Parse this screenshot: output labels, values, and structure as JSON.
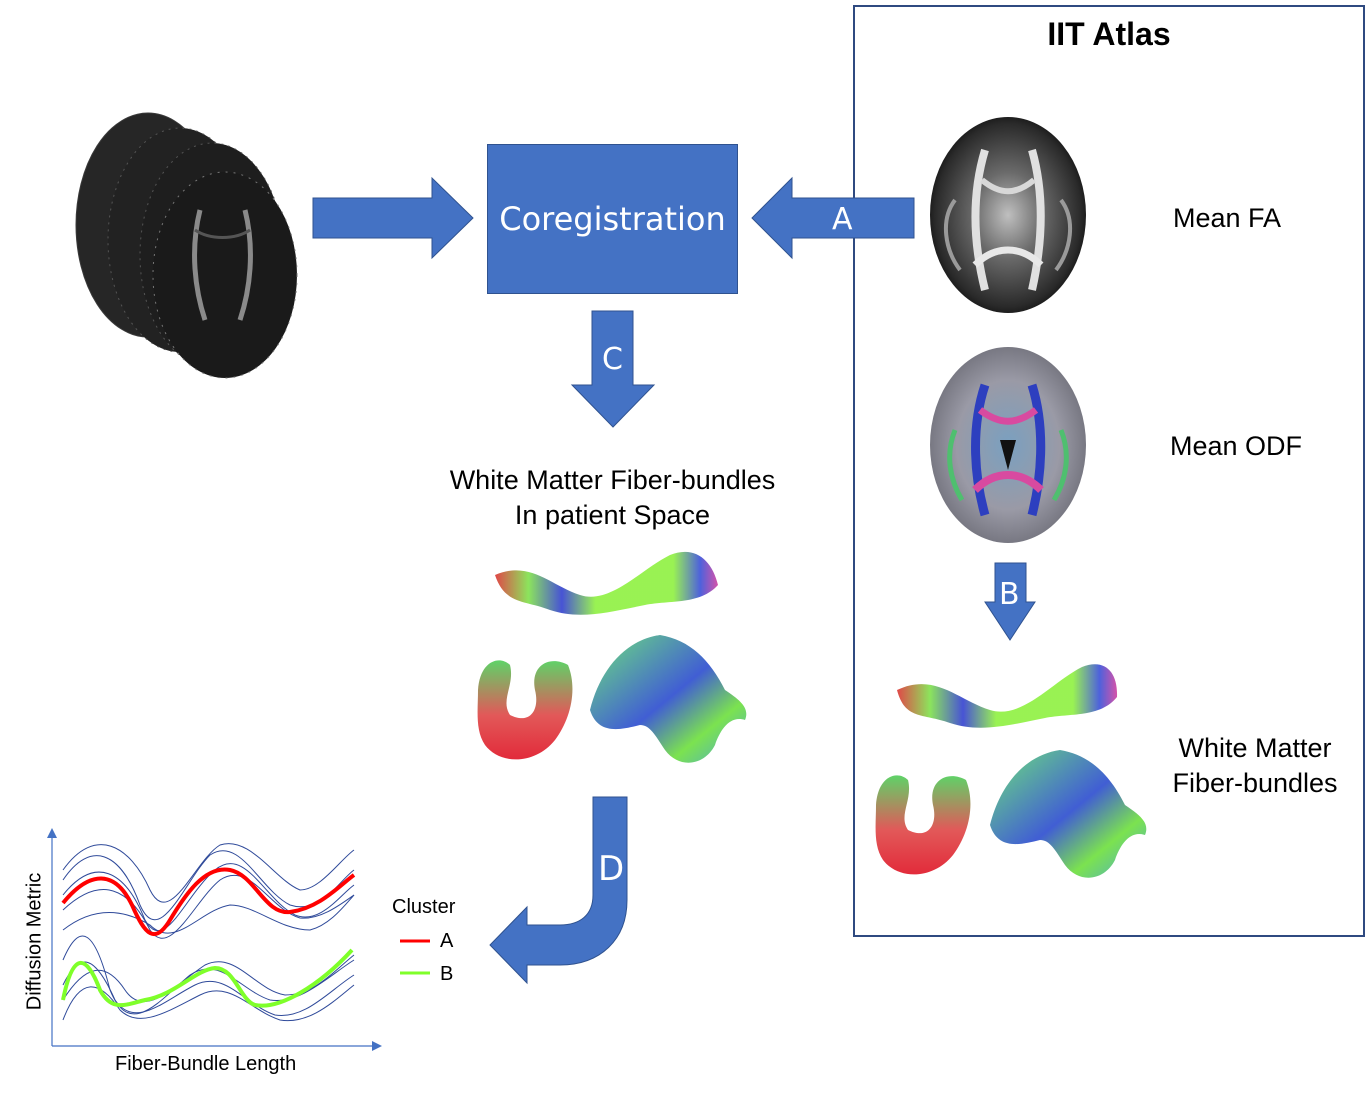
{
  "atlas": {
    "title": "IIT Atlas"
  },
  "coreg": {
    "label": "Coregistration"
  },
  "arrows": {
    "a": "A",
    "b": "B",
    "c": "C",
    "d": "D"
  },
  "labels": {
    "mean_fa": "Mean FA",
    "mean_odf": "Mean ODF",
    "wm_atlas_line1": "White Matter",
    "wm_atlas_line2": "Fiber-bundles",
    "patient_line1": "White Matter Fiber-bundles",
    "patient_line2": "In patient Space"
  },
  "plot": {
    "ylabel": "Diffusion Metric",
    "xlabel": "Fiber-Bundle Length",
    "legend_title": "Cluster",
    "legend": [
      {
        "name": "A",
        "color": "#ff0000"
      },
      {
        "name": "B",
        "color": "#7fff2a"
      }
    ]
  },
  "colors": {
    "arrow": "#4472c4",
    "atlas_border": "#2f4a80",
    "thin_curve": "#2f4a9a"
  }
}
